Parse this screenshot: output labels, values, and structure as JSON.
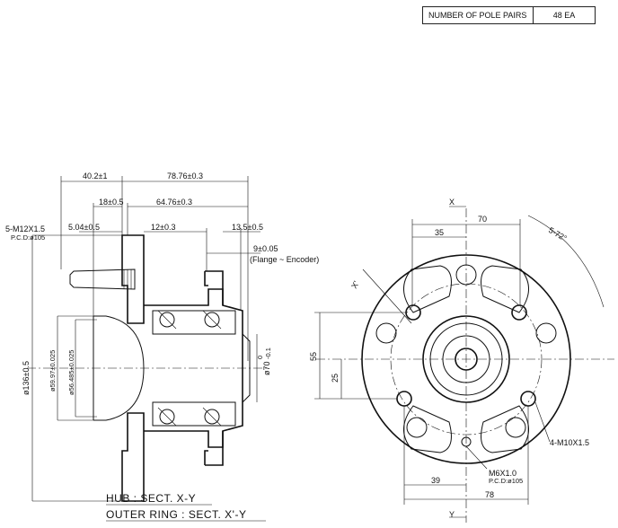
{
  "spec_table": {
    "label": "NUMBER OF POLE PAIRS",
    "value": "48 EA"
  },
  "side_view": {
    "dims": {
      "d40": "40.2±1",
      "d78": "78.76±0.3",
      "d18": "18±0.5",
      "d64": "64.76±0.3",
      "d5": "5.04±0.5",
      "d12": "12±0.3",
      "d13": "13.5±0.5",
      "d9": "9±0.05",
      "flange": "(Flange ~ Encoder)",
      "bolt": "5-M12X1.5",
      "pcd": "P.C.D:ø105",
      "dia136": "ø136±0.5",
      "dia59": "ø59.97±0.025",
      "dia56": "ø56.485±0.025",
      "dia70": "ø70",
      "dia70_tol_up": "0",
      "dia70_tol_dn": "-0.1"
    },
    "notes": {
      "hub": "HUB : SECT. X-Y",
      "outer_ring": "OUTER RING : SECT. X'-Y"
    }
  },
  "front_view": {
    "labels": {
      "x": "X",
      "y": "Y",
      "xp": "X'",
      "angle": "5-72°",
      "d70": "70",
      "d35": "35",
      "d55": "55",
      "d25": "25",
      "d39": "39",
      "d78": "78",
      "m10": "4-M10X1.5",
      "m6": "M6X1.0",
      "m6pcd": "P.C.D:ø105"
    }
  }
}
